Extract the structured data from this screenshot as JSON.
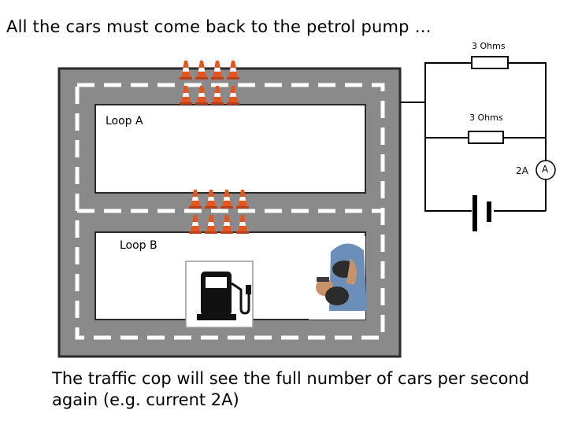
{
  "title": "All the cars must come back to the petrol pump …",
  "caption": "The traffic cop will see the full number of cars per second again (e.g. current 2A)",
  "loops": {
    "a_label": "Loop A",
    "b_label": "Loop B"
  },
  "circuit": {
    "resistor_top_label": "3 Ohms",
    "resistor_bottom_label": "3 Ohms",
    "current_label": "2A",
    "meter_symbol": "A"
  },
  "icons": {
    "pump": "petrol-pump-icon",
    "cones": "traffic-cone-icon",
    "cop": "traffic-cop-photo"
  },
  "colors": {
    "road": "#8a8a8a",
    "road_edge": "#2a2a2a",
    "cone_orange": "#e8541c",
    "wire": "#000000"
  }
}
